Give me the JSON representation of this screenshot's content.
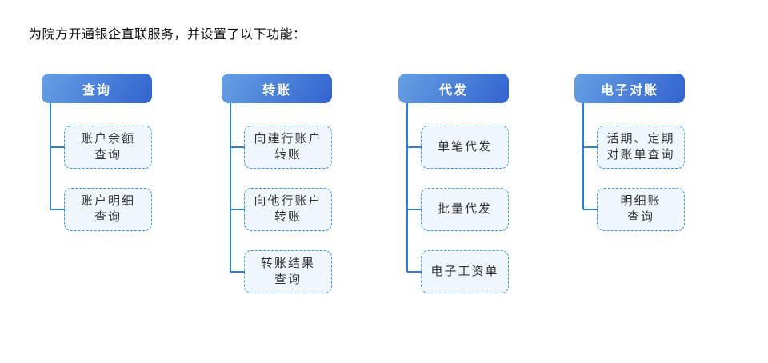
{
  "title": "为院方开通银企直联服务，并设置了以下功能：",
  "colors": {
    "header_gradient_start": "#67a0e3",
    "header_gradient_end": "#3263cf",
    "connector_line": "#2e7fd6",
    "box_border": "#3f9ae8",
    "box_background": "#f0f6fd",
    "box_text": "#333333",
    "header_text": "#ffffff",
    "title_text": "#111111"
  },
  "columns": [
    {
      "header": "查询",
      "items": [
        "账户余额\n查询",
        "账户明细\n查询"
      ]
    },
    {
      "header": "转账",
      "items": [
        "向建行账户\n转账",
        "向他行账户\n转账",
        "转账结果\n查询"
      ]
    },
    {
      "header": "代发",
      "items": [
        "单笔代发",
        "批量代发",
        "电子工资单"
      ]
    },
    {
      "header": "电子对账",
      "items": [
        "活期、定期\n对账单查询",
        "明细账\n查询"
      ]
    }
  ]
}
